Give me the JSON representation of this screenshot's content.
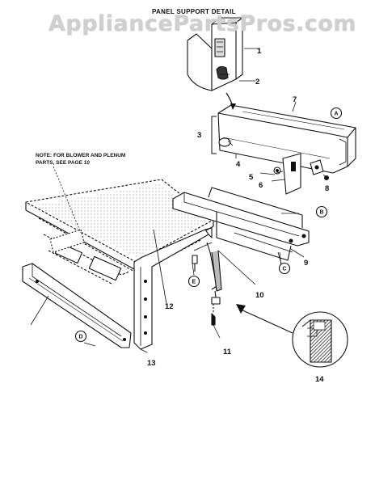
{
  "watermark": "AppliancePartsPros.com",
  "heading": "PANEL SUPPORT DETAIL",
  "note": "NOTE: FOR BLOWER AND PLENUM PARTS, SEE PAGE 10",
  "callouts": {
    "n1": "1",
    "n2": "2",
    "n3": "3",
    "n4": "4",
    "n5": "5",
    "n6": "6",
    "n7": "7",
    "n8": "8",
    "n9": "9",
    "n10": "10",
    "n11": "11",
    "n12": "12",
    "n13": "13",
    "n14": "14"
  },
  "letters": {
    "a": "A",
    "b": "B",
    "c": "C",
    "d": "D",
    "e": "E"
  },
  "colors": {
    "ink": "#111111",
    "watermark": "#cfcfcf",
    "hatch": "#222222"
  }
}
